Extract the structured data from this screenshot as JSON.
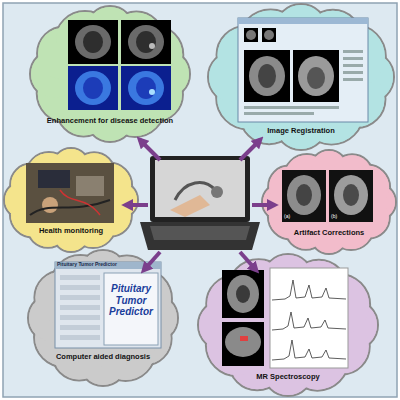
{
  "diagram": {
    "nodes": [
      {
        "text": [
          "Enhancement for disease detection"
        ]
      },
      {
        "text": [
          "Image Registration"
        ]
      },
      {
        "text": [
          "Health monitoring"
        ]
      },
      {
        "text": [
          "Artifact Corrections"
        ]
      },
      {
        "text": [
          "Computer aided diagnosis"
        ]
      },
      {
        "text": [
          "MR Spectroscopy"
        ]
      }
    ],
    "labels": [
      "Pituitary Tumor Predictor",
      "Pituitary Tumor Predictor",
      "(a)",
      "(b)"
    ]
  }
}
